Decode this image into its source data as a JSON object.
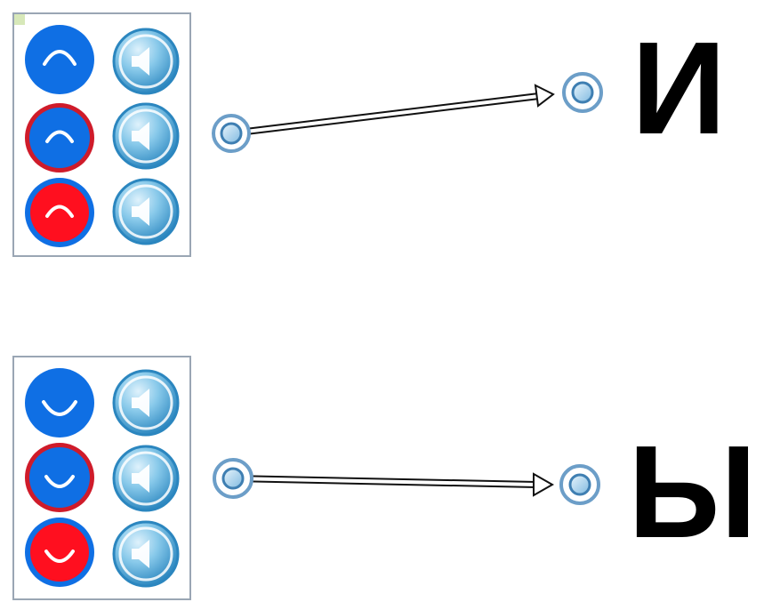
{
  "colors": {
    "blue": "#0f6fe4",
    "red": "#ff0f1f",
    "red_ring": "#cf1b2a",
    "speaker_light": "#bfe4f6",
    "speaker_mid": "#5fb4df",
    "speaker_dark": "#2b86bf",
    "panel_border": "#9aa6b4",
    "connector": "#000000"
  },
  "rows": [
    {
      "letter": "И",
      "buttons": [
        {
          "icon": "vowel-arc-icon",
          "fill": "blue",
          "ring": "blue",
          "arc": "up"
        },
        {
          "icon": "vowel-arc-icon",
          "fill": "blue",
          "ring": "red",
          "arc": "up"
        },
        {
          "icon": "vowel-arc-icon",
          "fill": "red",
          "ring": "blue",
          "arc": "up"
        }
      ],
      "speaker_icons": [
        "speaker-icon",
        "speaker-icon",
        "speaker-icon"
      ]
    },
    {
      "letter": "Ы",
      "buttons": [
        {
          "icon": "vowel-smile-icon",
          "fill": "blue",
          "ring": "blue",
          "arc": "down"
        },
        {
          "icon": "vowel-smile-icon",
          "fill": "blue",
          "ring": "red",
          "arc": "down"
        },
        {
          "icon": "vowel-smile-icon",
          "fill": "red",
          "ring": "blue",
          "arc": "down"
        }
      ],
      "speaker_icons": [
        "speaker-icon",
        "speaker-icon",
        "speaker-icon"
      ]
    }
  ]
}
